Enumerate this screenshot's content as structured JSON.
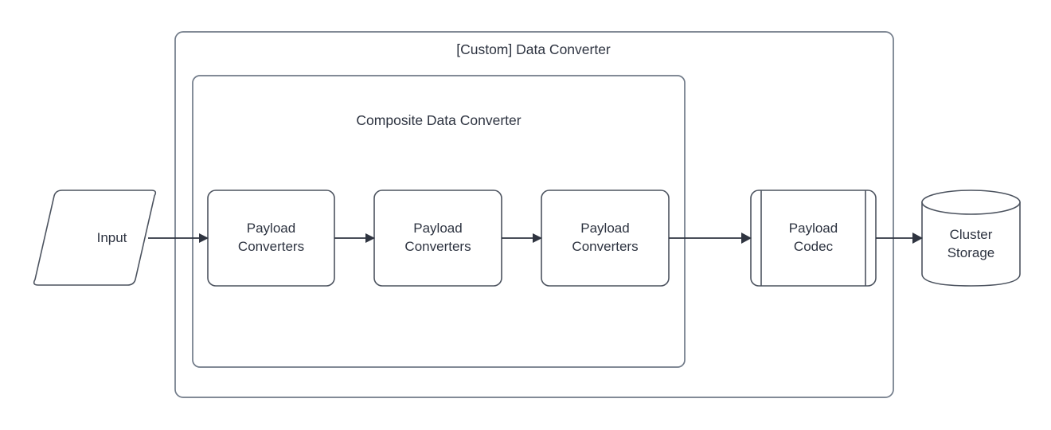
{
  "diagram": {
    "title": "[Custom] Data Converter",
    "background_color": "#ffffff",
    "stroke_color": "#4c535f",
    "container_stroke_color": "#707a88",
    "text_color": "#2d3340",
    "edge_color": "#2f3440",
    "containers": [
      {
        "id": "custom-data-converter",
        "label": "[Custom] Data Converter",
        "shape": "rounded-rect"
      },
      {
        "id": "composite-data-converter",
        "label": "Composite Data Converter",
        "shape": "rounded-rect"
      }
    ],
    "nodes": [
      {
        "id": "input",
        "label": "Input",
        "shape": "parallelogram"
      },
      {
        "id": "payload-converters-1",
        "label": "Payload\nConverters",
        "shape": "rounded-rect"
      },
      {
        "id": "payload-converters-2",
        "label": "Payload\nConverters",
        "shape": "rounded-rect"
      },
      {
        "id": "payload-converters-3",
        "label": "Payload\nConverters",
        "shape": "rounded-rect"
      },
      {
        "id": "payload-codec",
        "label": "Payload\nCodec",
        "shape": "predefined-process"
      },
      {
        "id": "cluster-storage",
        "label": "Cluster\nStorage",
        "shape": "cylinder"
      }
    ],
    "edges": [
      {
        "id": "edge-input-to-pc1",
        "from": "input",
        "to": "payload-converters-1",
        "arrow": "single"
      },
      {
        "id": "edge-pc1-to-pc2",
        "from": "payload-converters-1",
        "to": "payload-converters-2",
        "arrow": "single"
      },
      {
        "id": "edge-pc2-to-pc3",
        "from": "payload-converters-2",
        "to": "payload-converters-3",
        "arrow": "single"
      },
      {
        "id": "edge-pc3-to-codec",
        "from": "payload-converters-3",
        "to": "payload-codec",
        "arrow": "single"
      },
      {
        "id": "edge-codec-to-storage",
        "from": "payload-codec",
        "to": "cluster-storage",
        "arrow": "single"
      }
    ]
  }
}
